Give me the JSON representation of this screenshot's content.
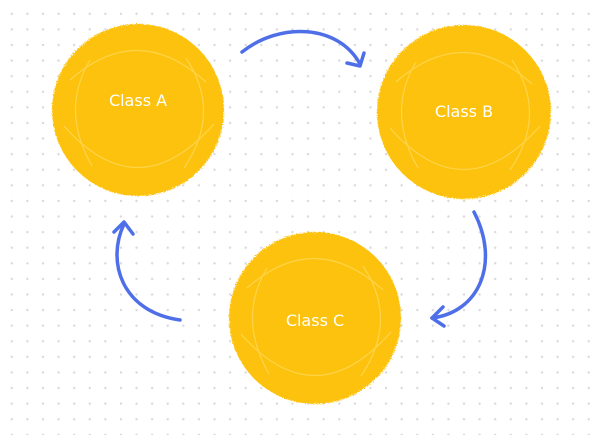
{
  "diagram": {
    "nodes": [
      {
        "id": "a",
        "label": "Class A"
      },
      {
        "id": "b",
        "label": "Class B"
      },
      {
        "id": "c",
        "label": "Class C"
      }
    ],
    "edges": [
      {
        "from": "a",
        "to": "b"
      },
      {
        "from": "b",
        "to": "c"
      },
      {
        "from": "c",
        "to": "a"
      }
    ]
  },
  "colors": {
    "node_fill": "#FDC20A",
    "node_label": "#ffffff",
    "arrow": "#4F6FE8",
    "background_dots": "#d9d9d9"
  }
}
